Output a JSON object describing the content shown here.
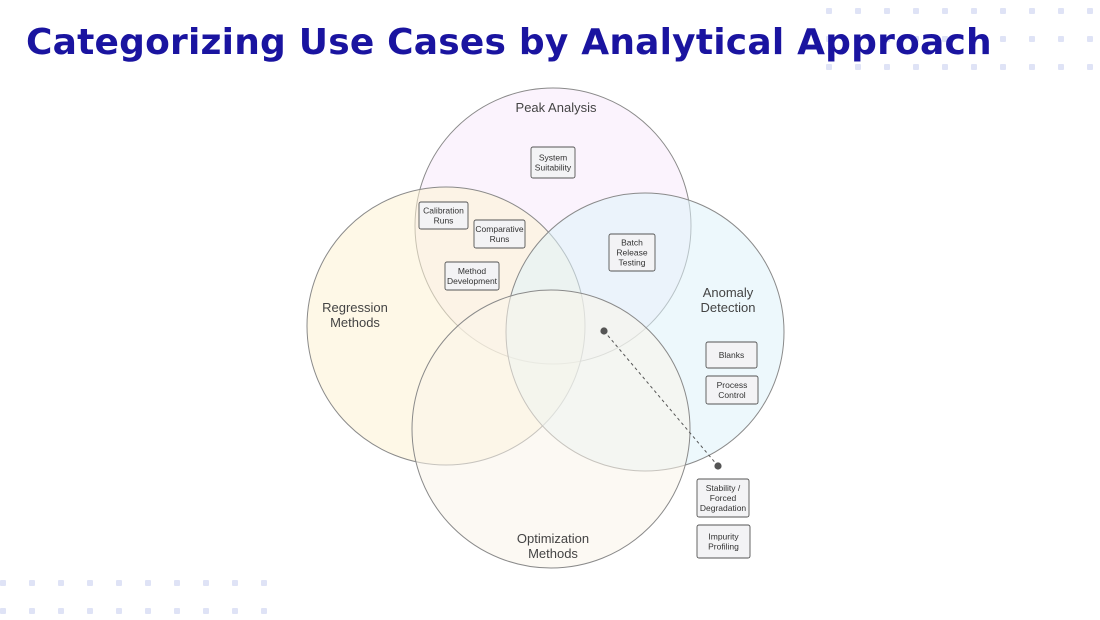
{
  "slide": {
    "title": "Categorizing Use Cases by Analytical Approach"
  },
  "diagram": {
    "circles": [
      {
        "id": "peak",
        "label_lines": [
          "Peak Analysis"
        ],
        "fill": "#f8e9fb"
      },
      {
        "id": "regression",
        "label_lines": [
          "Regression",
          "Methods"
        ],
        "fill": "#fdf3d4"
      },
      {
        "id": "anomaly",
        "label_lines": [
          "Anomaly",
          "Detection"
        ],
        "fill": "#def3fa"
      },
      {
        "id": "optimization",
        "label_lines": [
          "Optimization",
          "Methods"
        ],
        "fill": "#faf4ea"
      }
    ],
    "use_cases": [
      {
        "id": "system-suitability",
        "lines": [
          "System",
          "Suitability"
        ]
      },
      {
        "id": "calibration-runs",
        "lines": [
          "Calibration",
          "Runs"
        ]
      },
      {
        "id": "comparative-runs",
        "lines": [
          "Comparative",
          "Runs"
        ]
      },
      {
        "id": "method-development",
        "lines": [
          "Method",
          "Development"
        ]
      },
      {
        "id": "batch-release-testing",
        "lines": [
          "Batch",
          "Release",
          "Testing"
        ]
      },
      {
        "id": "blanks",
        "lines": [
          "Blanks"
        ]
      },
      {
        "id": "process-control",
        "lines": [
          "Process",
          "Control"
        ]
      },
      {
        "id": "stability-forced-degradation",
        "lines": [
          "Stability /",
          "Forced",
          "Degradation"
        ]
      },
      {
        "id": "impurity-profiling",
        "lines": [
          "Impurity",
          "Profiling"
        ]
      }
    ],
    "colors": {
      "circle_stroke": "#8a8a8a",
      "box_stroke": "#555555",
      "box_fill": "#f3f3f5",
      "connector": "#555555"
    }
  }
}
